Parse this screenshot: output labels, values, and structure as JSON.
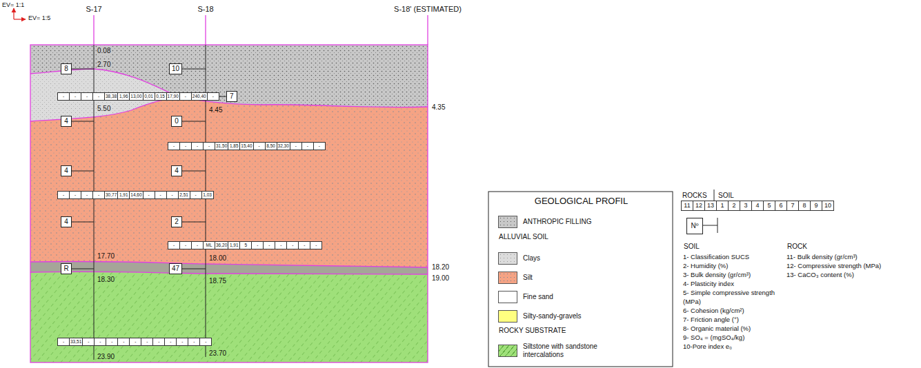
{
  "diagram": {
    "nodes": [
      {
        "text": [
          "8"
        ]
      },
      {
        "text": [
          "10"
        ]
      },
      {
        "text": [
          "7"
        ]
      },
      {
        "text": [
          "4"
        ]
      },
      {
        "text": [
          "0"
        ]
      },
      {
        "text": [
          "4"
        ]
      },
      {
        "text": [
          "4"
        ]
      },
      {
        "text": [
          "4"
        ]
      },
      {
        "text": [
          "2"
        ]
      },
      {
        "text": [
          "R"
        ]
      },
      {
        "text": [
          "47"
        ]
      },
      {
        "text": [
          "Nº"
        ]
      }
    ],
    "labels": [
      "EV= 1:1",
      "EV= 1:5",
      "S-17",
      "S-18",
      "S-18' (ESTIMATED)",
      "0.08",
      "2.70",
      "5.50",
      "17.70",
      "18.30",
      "23.90",
      "4.45",
      "18.00",
      "18.75",
      "23.70",
      "4.35",
      "18.20",
      "19.00",
      "-",
      "-",
      "-",
      "-",
      "38,38",
      "1,96",
      "13,00",
      "0,01",
      "0,15",
      "17,90",
      "-",
      "240,40",
      "-",
      "-",
      "-",
      "-",
      "-",
      "31,50",
      "1,85",
      "15,40",
      "-",
      "8,50",
      "32,30",
      "-",
      "-",
      "-",
      "-",
      "-",
      "-",
      "-",
      "30,77",
      "1,91",
      "14,60",
      "-",
      "-",
      "-",
      "2,51",
      "-",
      "1,03",
      "-",
      "-",
      "-",
      "ML",
      "36,20",
      "1,91",
      "5",
      "-",
      "-",
      "-",
      "-",
      "-",
      "-",
      "-",
      "33,51",
      "-",
      "-",
      "-",
      "-",
      "-",
      "-",
      "-",
      "-",
      "-",
      "-",
      "-",
      "GEOLOGICAL PROFIL",
      "ALLUVIAL SOIL",
      "ROCKY SUBSTRATE",
      "ROCKS",
      "SOIL",
      "11",
      "12",
      "13",
      "1",
      "2",
      "3",
      "4",
      "5",
      "6",
      "7",
      "8",
      "9",
      "10",
      "SOIL",
      "1- Classification SUCS",
      "2- Humidity (%)",
      "3- Bulk density (gr/cm³)",
      "4- Plasticity index",
      "5- Simple compressive strength (MPa)",
      "6- Cohesion (kg/cm²)",
      "7- Friction angle (°)",
      "8- Organic material (%)",
      "9- SO₄ = (mgSO₄/kg)",
      "10-Pore index e₀",
      "ROCK",
      "11- Bulk density (gr/cm³)",
      "12- Compressive strength (MPa)",
      "13- CaCO₃ content (%)"
    ],
    "legend": [
      {
        "text": "ANTHROPIC FILLING",
        "color": "#c8c8c8"
      },
      {
        "text": "Clays",
        "color": "#dcdcdc"
      },
      {
        "text": "Silt",
        "color": "#f5a384"
      },
      {
        "text": "Fine sand",
        "color": "#ffffff"
      },
      {
        "text": "Silty-sandy-gravels",
        "color": "#ffff80"
      },
      {
        "text": "Siltstone with sandstone intercalations",
        "color": "#9fe07a"
      }
    ]
  }
}
